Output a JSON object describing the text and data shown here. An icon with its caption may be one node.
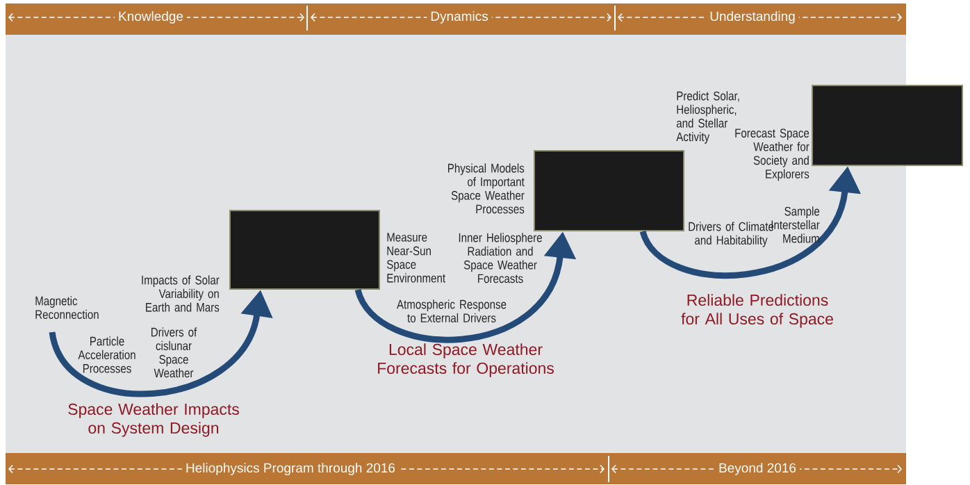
{
  "diagram": {
    "nodes": [
      {
        "text": [],
        "shape": "box"
      },
      {
        "text": [],
        "shape": "box"
      },
      {
        "text": [],
        "shape": "box"
      }
    ],
    "edges": [
      {
        "from": null,
        "to": 0,
        "arrow": "to"
      },
      {
        "from": 0,
        "to": 1,
        "arrow": "to"
      },
      {
        "from": 1,
        "to": 2,
        "arrow": "to"
      }
    ],
    "labels": [
      "Knowledge",
      "Dynamics",
      "Understanding",
      "Predict Solar, Heliospheric, and Stellar Activity",
      "Physical Models of Important Space Weather Processes",
      "Forecast Space Weather for Society and Explorers",
      "Sample Interstellar Medium",
      "Measure Near-Sun Space Environment",
      "Inner Heliosphere Radiation and Space Weather Forecasts",
      "Drivers of Climate and Habitability",
      "Impacts of Solar Variability on Earth and Mars",
      "Magnetic Reconnection",
      "Atmospheric Response to External Drivers",
      "Reliable Predictions for All Uses of Space",
      "Particle Acceleration Processes",
      "Drivers of cislunar Space Weather",
      "Local Space Weather Forecasts for Operations",
      "Space Weather Impacts on System Design",
      "Heliophysics Program through 2016",
      "Beyond 2016"
    ]
  }
}
